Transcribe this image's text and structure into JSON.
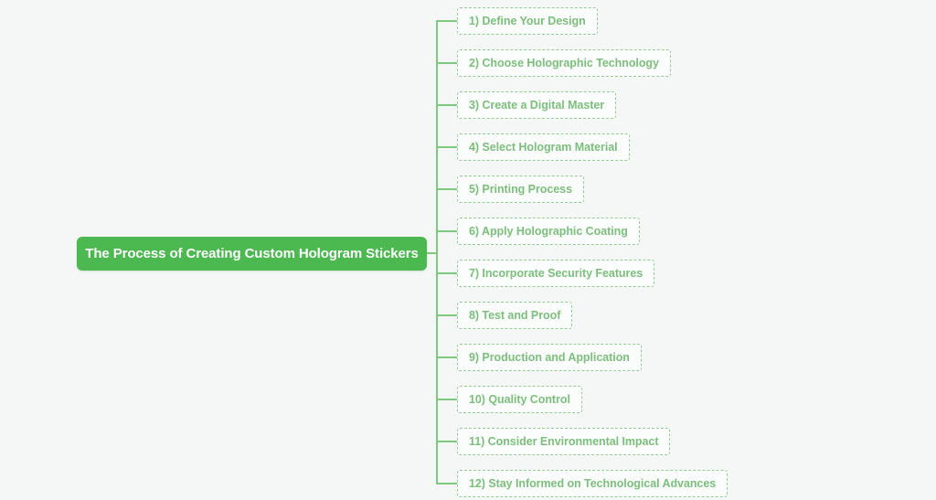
{
  "diagram": {
    "type": "mind-map",
    "title": "The Process of Creating Custom Hologram Stickers",
    "orientation": "left-root-right-children",
    "background_color": "#f4f7f6",
    "accent_color": "#4cb850",
    "node_border_color": "#91cd93",
    "node_text_color": "#7cbf7c",
    "connector_color": "#7ec97e",
    "root": {
      "label": "The Process of Creating Custom Hologram Stickers"
    },
    "branches": [
      {
        "index": "1",
        "label": "1) Define Your Design"
      },
      {
        "index": "2",
        "label": "2) Choose Holographic Technology"
      },
      {
        "index": "3",
        "label": "3) Create a Digital Master"
      },
      {
        "index": "4",
        "label": "4) Select Hologram Material"
      },
      {
        "index": "5",
        "label": "5) Printing Process"
      },
      {
        "index": "6",
        "label": "6) Apply Holographic Coating"
      },
      {
        "index": "7",
        "label": "7) Incorporate Security Features"
      },
      {
        "index": "8",
        "label": "8) Test and Proof"
      },
      {
        "index": "9",
        "label": "9) Production and Application"
      },
      {
        "index": "10",
        "label": "10) Quality Control"
      },
      {
        "index": "11",
        "label": "11) Consider Environmental Impact"
      },
      {
        "index": "12",
        "label": "12) Stay Informed on Technological Advances"
      }
    ]
  }
}
